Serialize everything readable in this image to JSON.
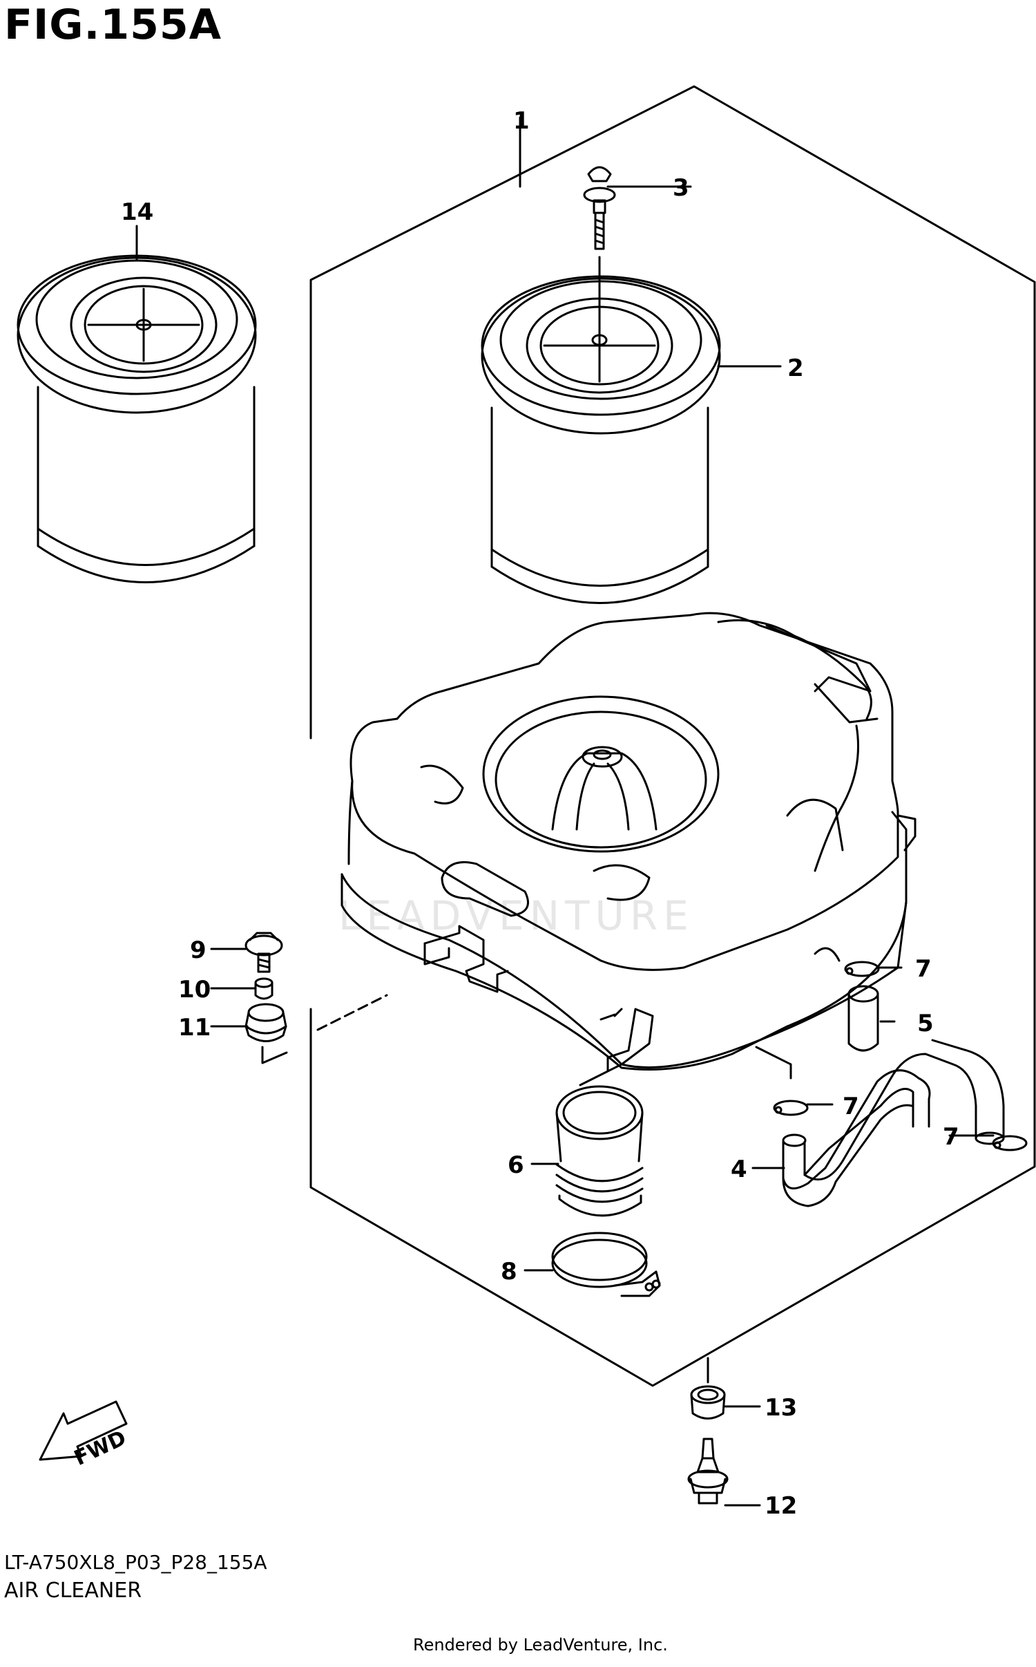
{
  "figure": {
    "title": "FIG.155A"
  },
  "callouts": {
    "c1": "1",
    "c2": "2",
    "c3": "3",
    "c4": "4",
    "c5": "5",
    "c6": "6",
    "c7": "7",
    "c8": "8",
    "c9": "9",
    "c10": "10",
    "c11": "11",
    "c12": "12",
    "c13": "13",
    "c14": "14"
  },
  "direction": {
    "label": "FWD"
  },
  "watermark": {
    "text": "LEADVENTURE"
  },
  "footer": {
    "model_code": "LT-A750XL8_P03_P28_155A",
    "section_name": "AIR CLEANER",
    "rendered_by": "Rendered by LeadVenture, Inc."
  },
  "colors": {
    "ink": "#000000",
    "background": "#ffffff",
    "watermark": "#e8e8e8"
  }
}
